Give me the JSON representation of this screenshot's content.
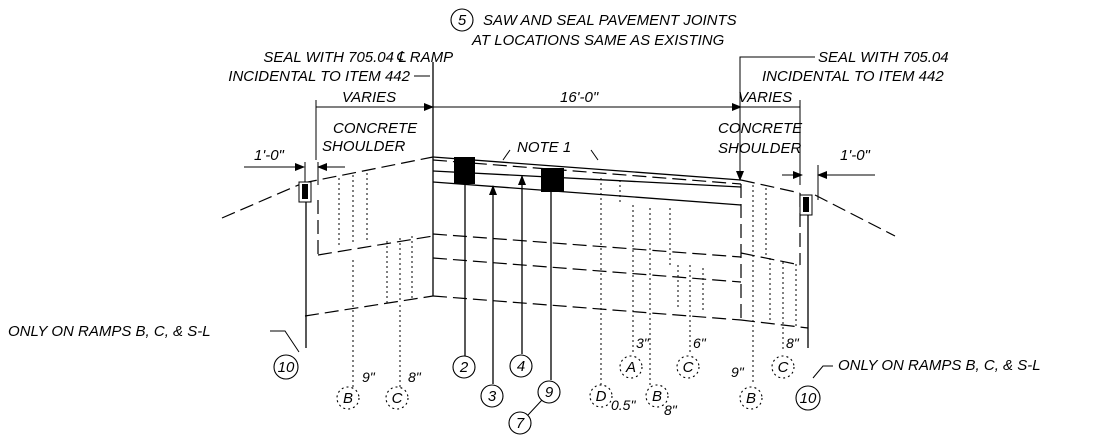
{
  "notes": {
    "saw_seal_callout": "5",
    "saw_seal_line1": "SAW AND SEAL PAVEMENT JOINTS",
    "saw_seal_line2": "AT LOCATIONS SAME AS EXISTING",
    "seal_left_line1": "SEAL WITH 705.04",
    "seal_left_line2": "INCIDENTAL TO ITEM 442",
    "seal_right_line1": "SEAL WITH 705.04",
    "seal_right_line2": "INCIDENTAL TO ITEM 442",
    "ramp_label": "℄ RAMP",
    "note1": "NOTE 1",
    "ramps_only_left": "ONLY ON RAMPS B, C, & S-L",
    "ramps_only_right": "ONLY ON RAMPS B, C, & S-L"
  },
  "dimensions": {
    "varies_left": "VARIES",
    "width_main": "16'-0\"",
    "varies_right": "VARIES",
    "offset_left": "1'-0\"",
    "offset_right": "1'-0\""
  },
  "shoulders": {
    "left_line1": "CONCRETE",
    "left_line2": "SHOULDER",
    "right_line1": "CONCRETE",
    "right_line2": "SHOULDER"
  },
  "depths": {
    "d_9_left": "9\"",
    "d_8_left": "8\"",
    "d_3": "3\"",
    "d_6": "6\"",
    "d_05": "0.5\"",
    "d_8_mid": "8\"",
    "d_9_right": "9\"",
    "d_8_right": "8\""
  },
  "callouts": {
    "c10_left": "10",
    "cB_left": "B",
    "cC_left": "C",
    "c2": "2",
    "c3": "3",
    "c4": "4",
    "c9": "9",
    "c7": "7",
    "cD": "D",
    "cA": "A",
    "cB_mid": "B",
    "cC_mid": "C",
    "cB_right": "B",
    "cC_right": "C",
    "c10_right": "10"
  }
}
